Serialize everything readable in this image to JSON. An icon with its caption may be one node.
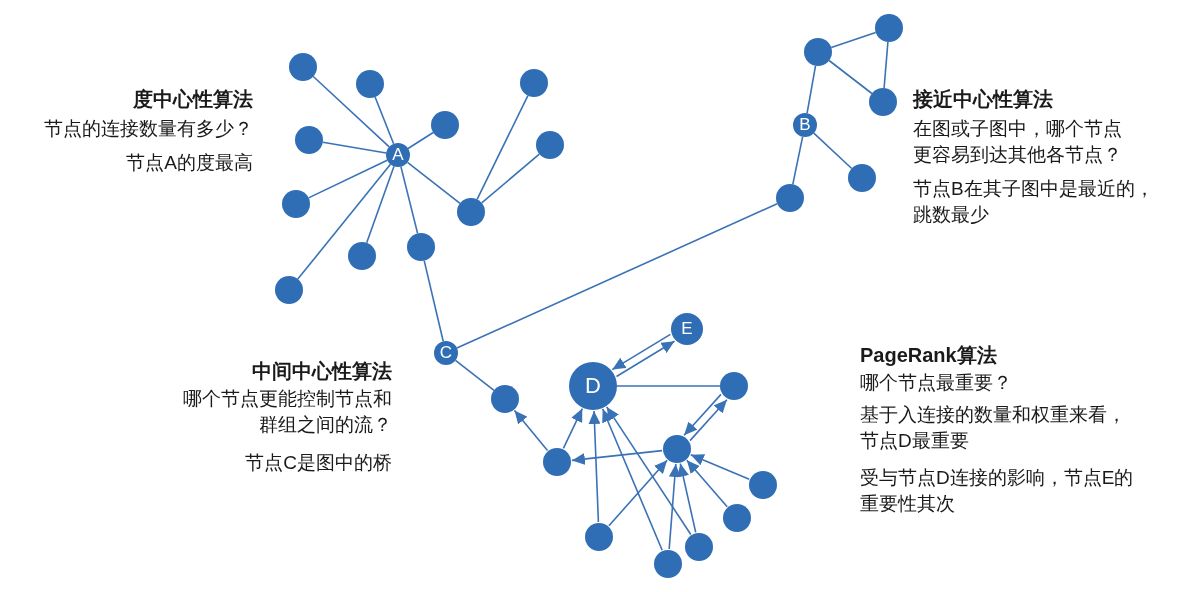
{
  "diagram": {
    "nodes": [
      {
        "text": [
          "A"
        ]
      },
      {
        "text": [],
        "shape": "circle"
      },
      {
        "text": [],
        "shape": "circle"
      },
      {
        "text": [],
        "shape": "circle"
      },
      {
        "text": [],
        "shape": "circle"
      },
      {
        "text": [],
        "shape": "circle"
      },
      {
        "text": [],
        "shape": "circle"
      },
      {
        "text": [],
        "shape": "circle"
      },
      {
        "text": [],
        "shape": "circle"
      },
      {
        "text": [],
        "shape": "circle"
      },
      {
        "text": [],
        "shape": "circle"
      },
      {
        "text": [],
        "shape": "circle"
      },
      {
        "text": [
          "B"
        ]
      },
      {
        "text": [],
        "shape": "circle"
      },
      {
        "text": [],
        "shape": "circle"
      },
      {
        "text": [],
        "shape": "circle"
      },
      {
        "text": [],
        "shape": "circle"
      },
      {
        "text": [],
        "shape": "circle"
      },
      {
        "text": [
          "C"
        ]
      },
      {
        "text": [],
        "shape": "circle"
      },
      {
        "text": [
          "D"
        ]
      },
      {
        "text": [
          "E"
        ]
      },
      {
        "text": [],
        "shape": "circle"
      },
      {
        "text": [],
        "shape": "circle"
      },
      {
        "text": [],
        "shape": "circle"
      },
      {
        "text": [],
        "shape": "circle"
      },
      {
        "text": [],
        "shape": "circle"
      },
      {
        "text": [],
        "shape": "circle"
      },
      {
        "text": [],
        "shape": "circle"
      },
      {
        "text": [],
        "shape": "circle"
      }
    ],
    "edges": [
      {
        "from": 0,
        "to": 1,
        "arrow": "none"
      },
      {
        "from": 0,
        "to": 2,
        "arrow": "none"
      },
      {
        "from": 0,
        "to": 3,
        "arrow": "none"
      },
      {
        "from": 0,
        "to": 4,
        "arrow": "none"
      },
      {
        "from": 0,
        "to": 5,
        "arrow": "none"
      },
      {
        "from": 0,
        "to": 6,
        "arrow": "none"
      },
      {
        "from": 0,
        "to": 7,
        "arrow": "none"
      },
      {
        "from": 0,
        "to": 8,
        "arrow": "none"
      },
      {
        "from": 0,
        "to": 9,
        "arrow": "none"
      },
      {
        "from": 9,
        "to": 10,
        "arrow": "none"
      },
      {
        "from": 9,
        "to": 11,
        "arrow": "none"
      },
      {
        "from": 8,
        "to": 18,
        "arrow": "none"
      },
      {
        "from": 18,
        "to": 17,
        "arrow": "none"
      },
      {
        "from": 17,
        "to": 12,
        "arrow": "none"
      },
      {
        "from": 12,
        "to": 13,
        "arrow": "none"
      },
      {
        "from": 12,
        "to": 16,
        "arrow": "none"
      },
      {
        "from": 13,
        "to": 14,
        "arrow": "none"
      },
      {
        "from": 13,
        "to": 15,
        "arrow": "none"
      },
      {
        "from": 14,
        "to": 15,
        "arrow": "none"
      },
      {
        "from": 18,
        "to": 19,
        "arrow": "none"
      },
      {
        "from": 24,
        "to": 19,
        "arrow": "to"
      },
      {
        "from": 24,
        "to": 20,
        "arrow": "to"
      },
      {
        "from": 20,
        "to": 21,
        "arrow": "to"
      },
      {
        "from": 21,
        "to": 20,
        "arrow": "to"
      },
      {
        "from": 22,
        "to": 20,
        "arrow": "none"
      },
      {
        "from": 23,
        "to": 22,
        "arrow": "to"
      },
      {
        "from": 22,
        "to": 23,
        "arrow": "to"
      },
      {
        "from": 23,
        "to": 24,
        "arrow": "to"
      },
      {
        "from": 25,
        "to": 20,
        "arrow": "to"
      },
      {
        "from": 25,
        "to": 23,
        "arrow": "to"
      },
      {
        "from": 26,
        "to": 20,
        "arrow": "to"
      },
      {
        "from": 26,
        "to": 23,
        "arrow": "to"
      },
      {
        "from": 27,
        "to": 20,
        "arrow": "to"
      },
      {
        "from": 27,
        "to": 23,
        "arrow": "to"
      },
      {
        "from": 28,
        "to": 23,
        "arrow": "to"
      },
      {
        "from": 29,
        "to": 23,
        "arrow": "to"
      }
    ],
    "labels": [
      "度中心性算法",
      "节点的连接数量有多少？",
      "节点A的度最高",
      "接近中心性算法",
      "在图或子图中，哪个节点更容易到达其他各节点？",
      "节点B在其子图中是最近的，跳数最少",
      "中间中心性算法",
      "哪个节点更能控制节点和群组之间的流？",
      "节点C是图中的桥",
      "PageRank算法",
      "哪个节点最重要？",
      "基于入连接的数量和权重来看，节点D最重要",
      "受与节点D连接的影响，节点E的重要性其次"
    ]
  }
}
